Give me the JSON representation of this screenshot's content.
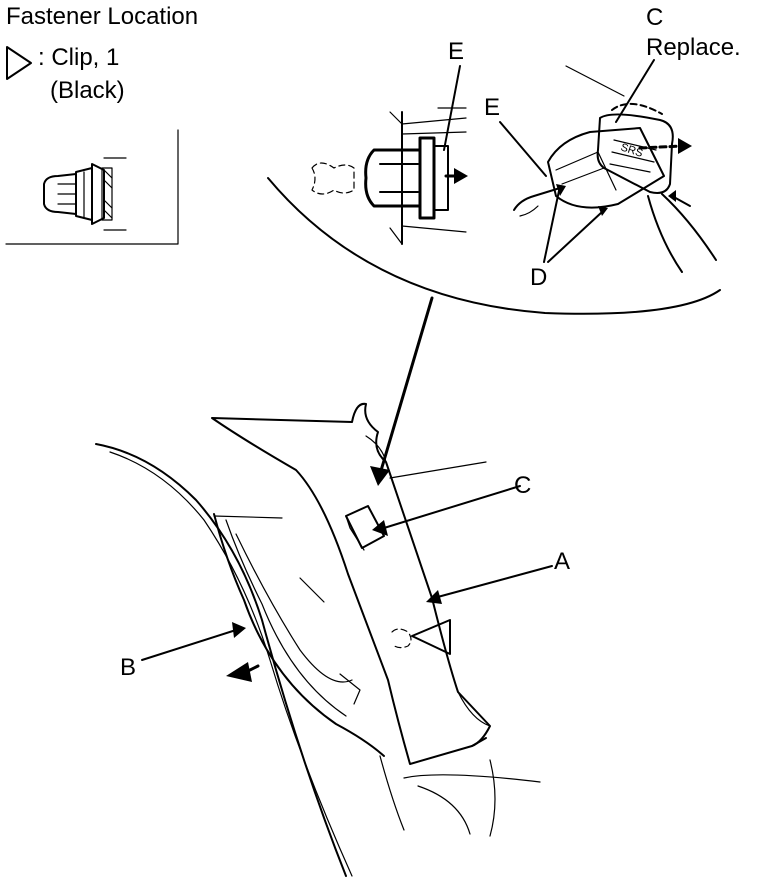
{
  "legend": {
    "title": "Fastener Location",
    "clip_text": ": Clip, 1",
    "clip_color": "(Black)"
  },
  "callouts": {
    "a": "A",
    "b": "B",
    "c_main": "C",
    "c_detail": "C",
    "c_note": "Replace.",
    "d": "D",
    "e_left": "E",
    "e_right": "E"
  },
  "colors": {
    "line": "#000000",
    "background": "#ffffff"
  },
  "icons": {
    "clip_marker": "triangle-outline-icon",
    "pull_arrow": "solid-arrow-icon"
  }
}
